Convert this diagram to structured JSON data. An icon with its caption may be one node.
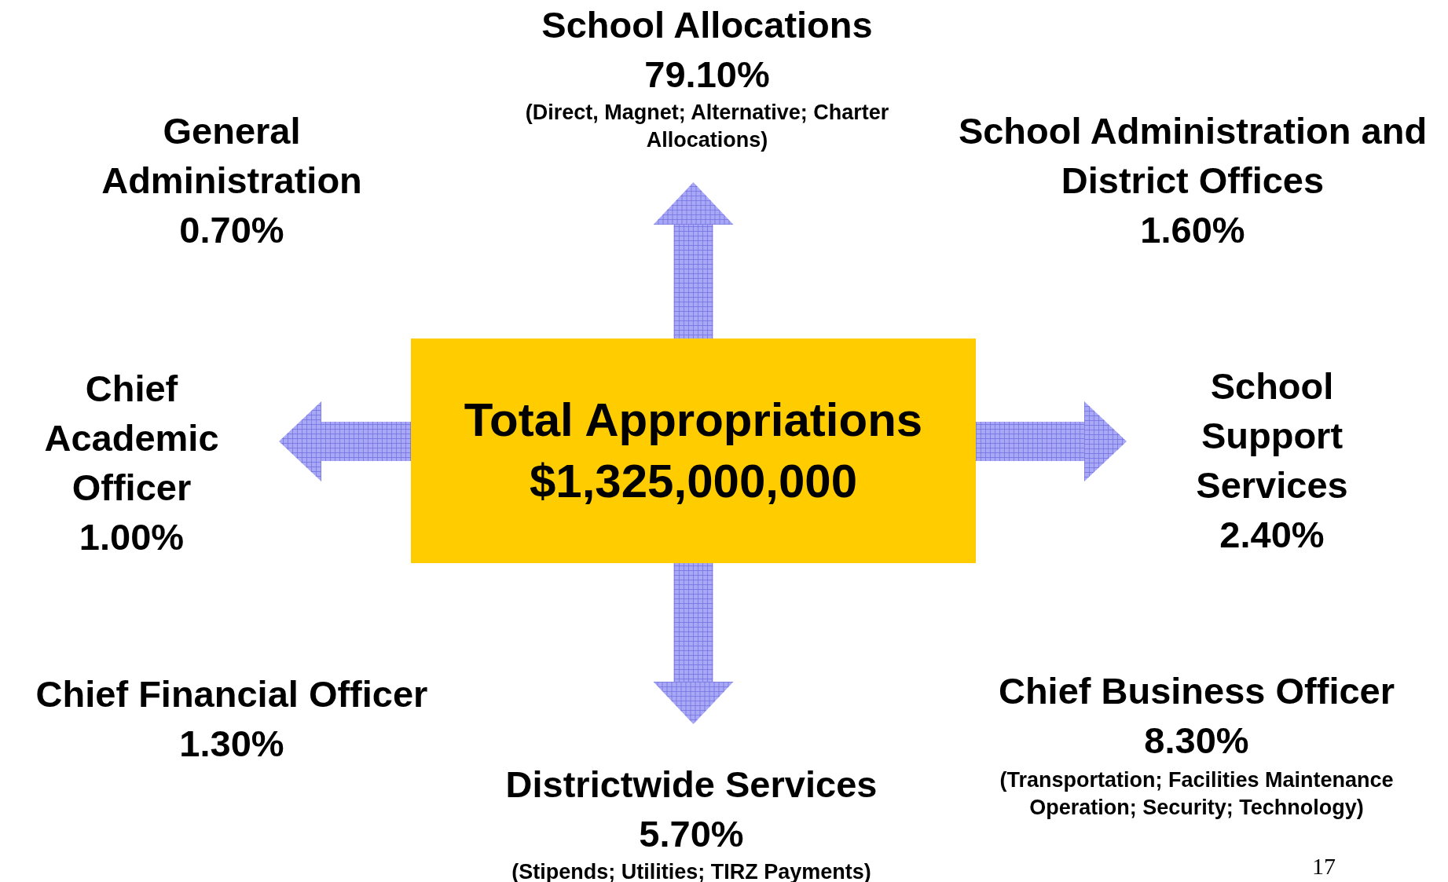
{
  "diagram": {
    "nodes": [
      {
        "text": [
          "Total Appropriations",
          "$1,325,000,000"
        ]
      },
      {
        "text": [
          "School Allocations",
          "79.10%",
          "(Direct, Magnet; Alternative; Charter Allocations)"
        ]
      },
      {
        "text": [
          "Chief Academic Officer",
          "1.00%"
        ]
      },
      {
        "text": [
          "School Support Services",
          "2.40%"
        ]
      },
      {
        "text": [
          "Districtwide Services",
          "5.70%",
          "(Stipends; Utilities; TIRZ Payments)"
        ]
      }
    ],
    "edges": [
      {
        "from": 0,
        "to": 1,
        "arrow": "to"
      },
      {
        "from": 0,
        "to": 2,
        "arrow": "to"
      },
      {
        "from": 0,
        "to": 3,
        "arrow": "to"
      },
      {
        "from": 0,
        "to": 4,
        "arrow": "to"
      }
    ],
    "labels": [
      "General Administration",
      "0.70%",
      "School Administration and District Offices",
      "1.60%",
      "Chief Financial Officer",
      "1.30%",
      "Chief Business Officer",
      "8.30%",
      "(Transportation; Facilities Maintenance Operation; Security; Technology)",
      "17"
    ]
  }
}
